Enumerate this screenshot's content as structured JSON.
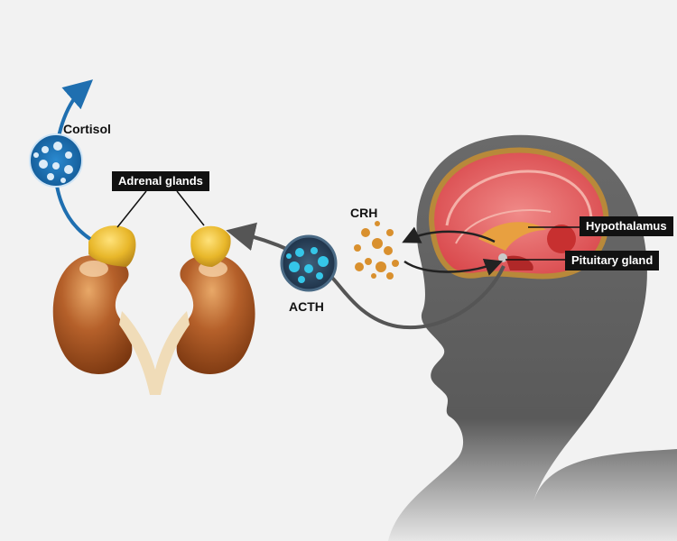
{
  "labels": {
    "cortisol": "Cortisol",
    "adrenal_glands": "Adrenal glands",
    "crh": "CRH",
    "acth": "ACTH",
    "hypothalamus": "Hypothalamus",
    "pituitary_gland": "Pituitary gland"
  },
  "colors": {
    "background": "#f2f2f2",
    "kidney": "#a8521c",
    "adrenal": "#e8b72a",
    "head_silhouette": "#5a5a5a",
    "brain": "#e2585a",
    "crh_particles": "#d9902e",
    "acth_particles": "#35c6e8",
    "cortisol_particles": "#1f6fb0",
    "arrow_dark": "#555555",
    "arrow_blue": "#1f6fb0"
  }
}
